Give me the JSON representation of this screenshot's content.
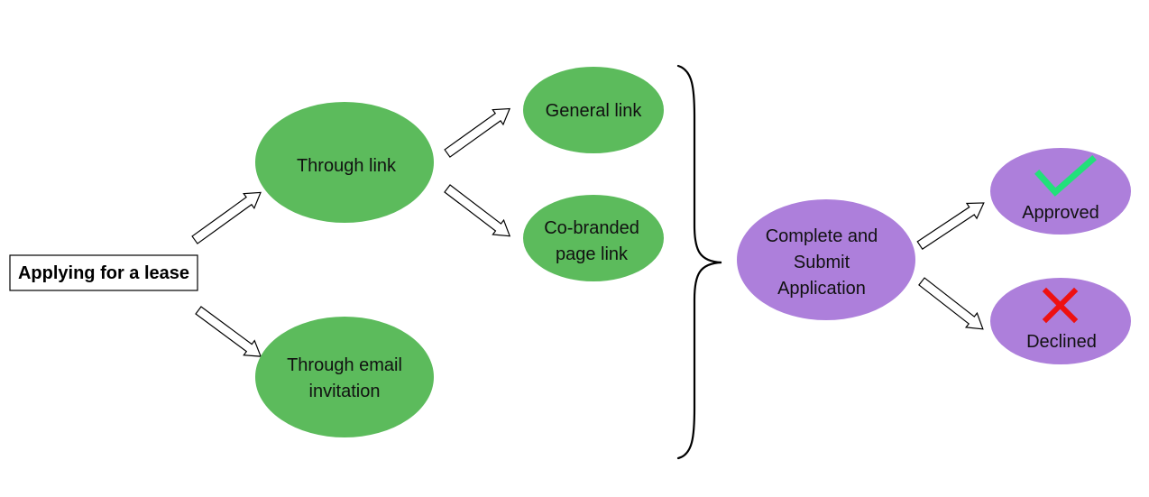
{
  "start": {
    "label": "Applying for a lease"
  },
  "nodes": {
    "through_link": {
      "lines": [
        "Through link"
      ]
    },
    "through_email": {
      "lines": [
        "Through email",
        "invitation"
      ]
    },
    "general_link": {
      "lines": [
        "General link"
      ]
    },
    "cobranded_link": {
      "lines": [
        "Co-branded",
        "page link"
      ]
    },
    "complete_submit": {
      "lines": [
        "Complete and",
        "Submit",
        "Application"
      ]
    },
    "approved": {
      "lines": [
        "Approved"
      ],
      "icon": "checkmark-icon"
    },
    "declined": {
      "lines": [
        "Declined"
      ],
      "icon": "cross-icon"
    }
  },
  "colors": {
    "green_node": "#5cbb5c",
    "purple_node": "#ad7fdb",
    "check": "#22e07a",
    "cross": "#ee1111"
  }
}
